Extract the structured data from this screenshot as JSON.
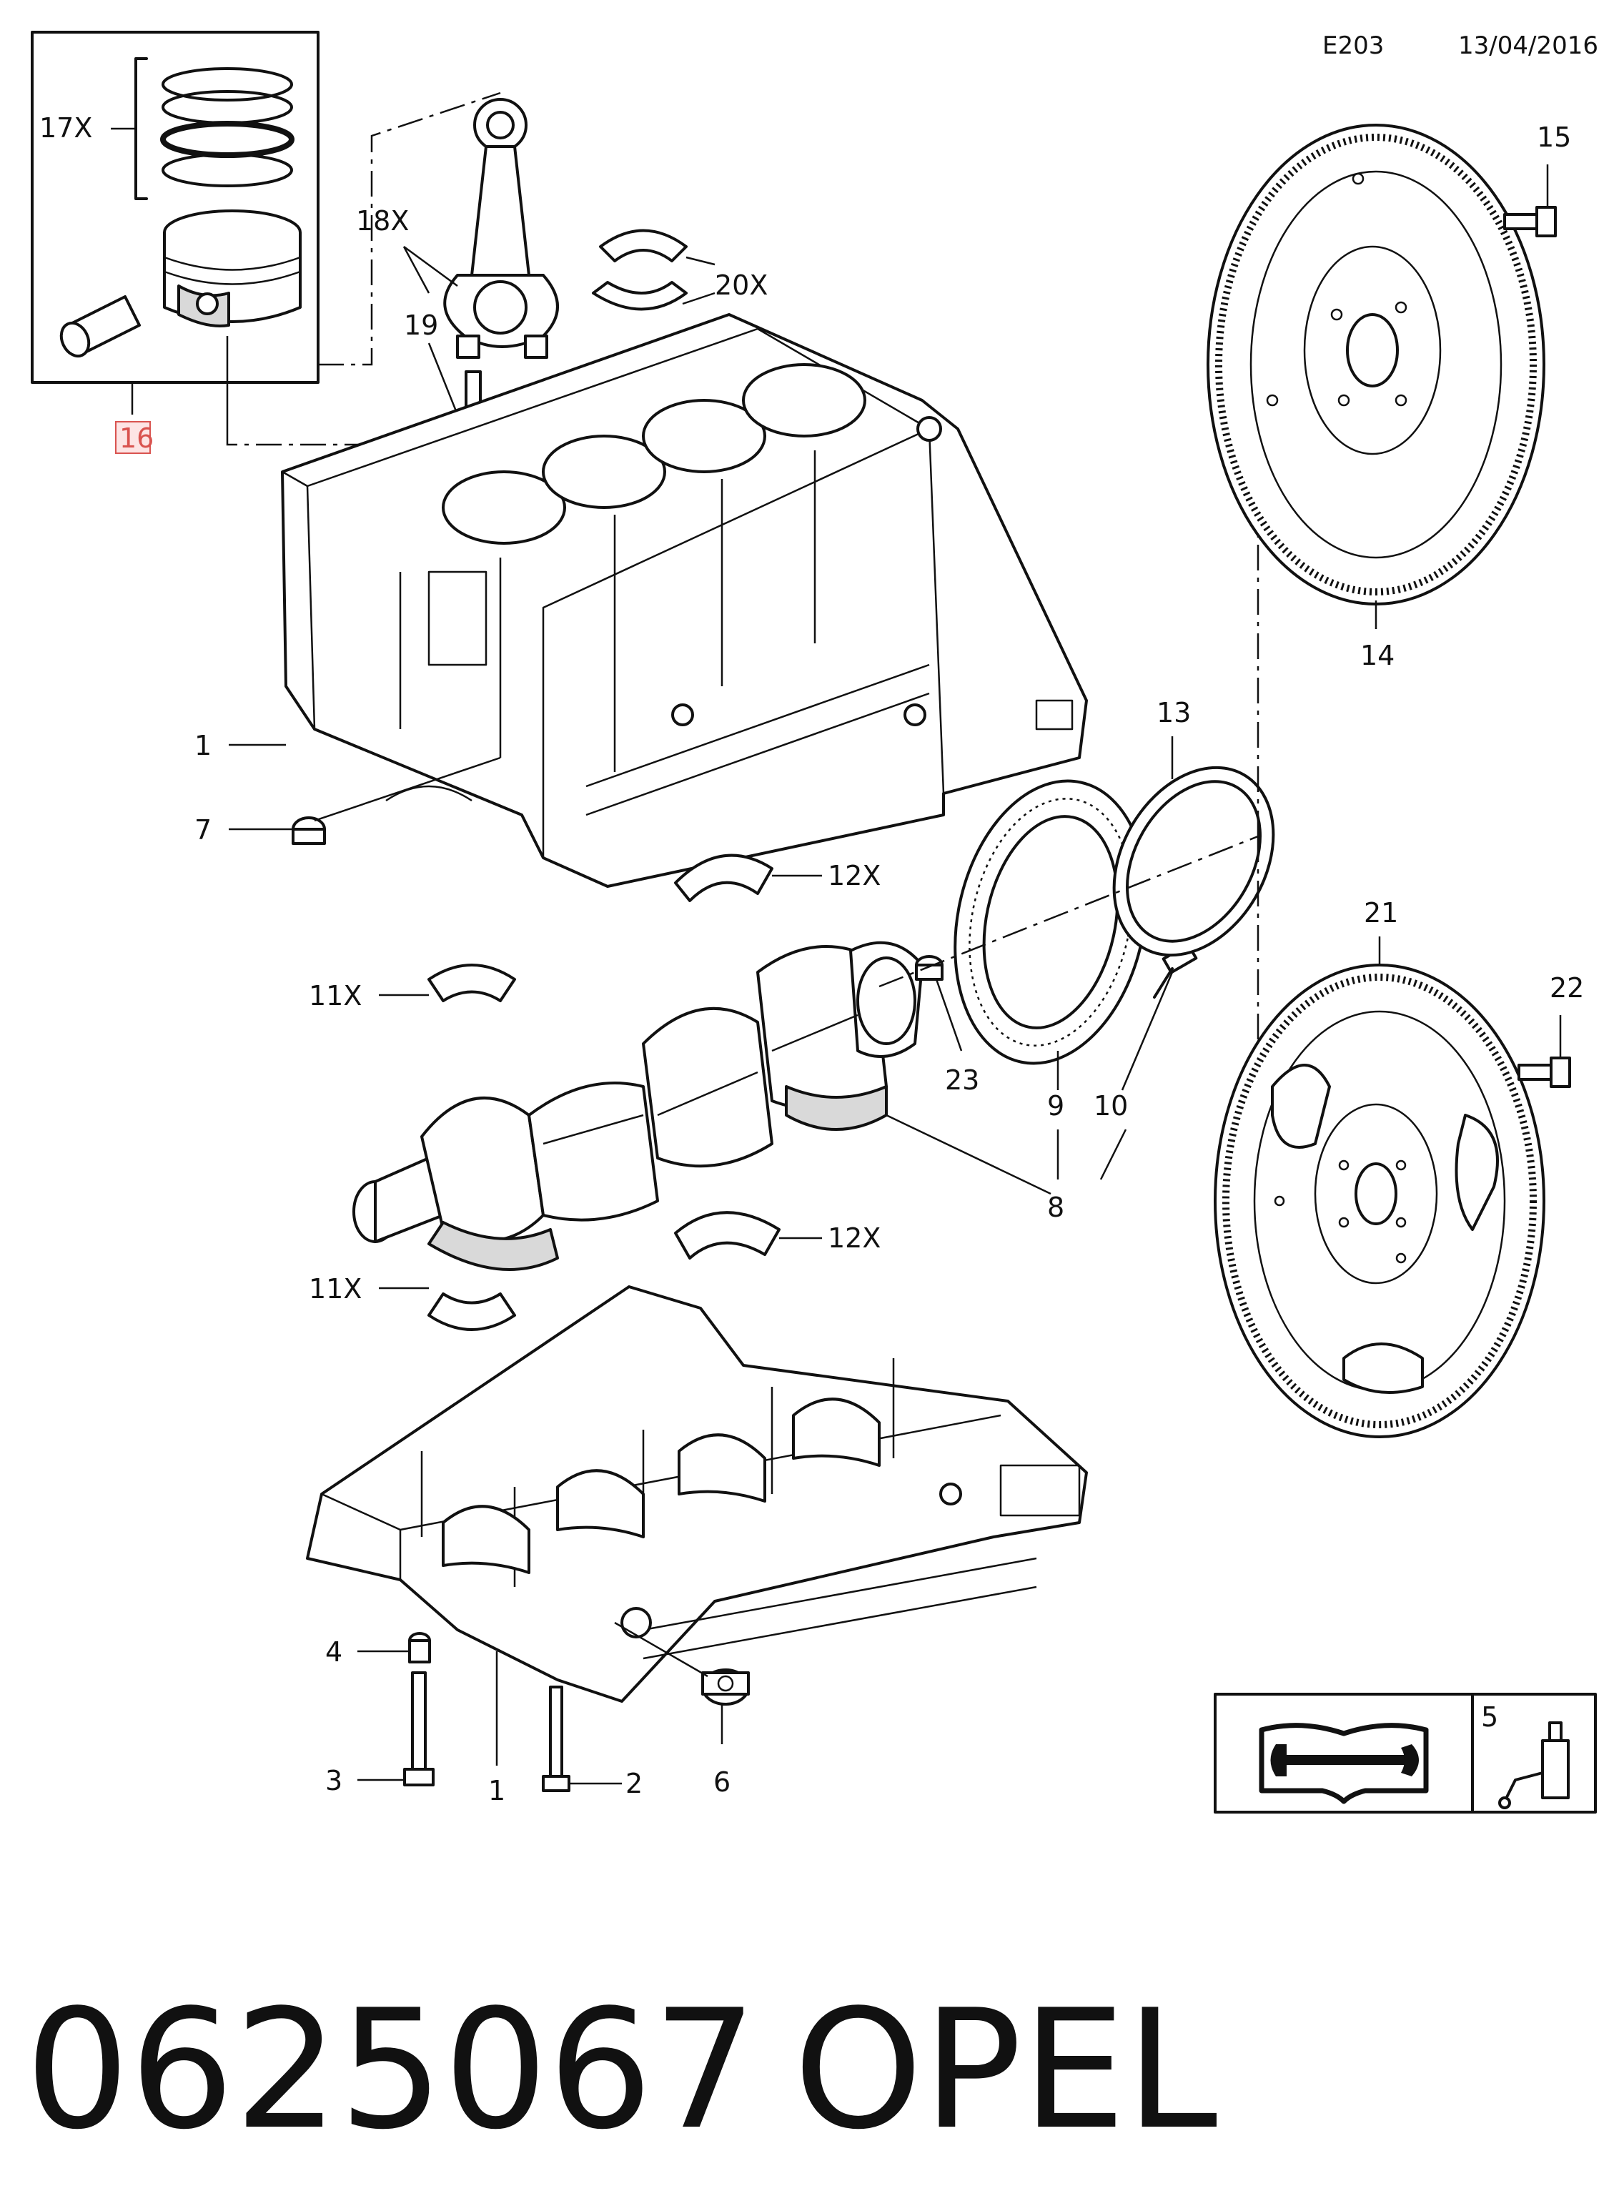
{
  "header": {
    "code": "E203",
    "date": "13/04/2016"
  },
  "footer": {
    "part_number": "0625067",
    "brand": "OPEL"
  },
  "callouts": {
    "c1a": "1",
    "c1b": "1",
    "c2": "2",
    "c3": "3",
    "c4": "4",
    "c5": "5",
    "c6": "6",
    "c7": "7",
    "c8": "8",
    "c9": "9",
    "c10": "10",
    "c11a": "11X",
    "c11b": "11X",
    "c12a": "12X",
    "c12b": "12X",
    "c13": "13",
    "c14": "14",
    "c15": "15",
    "c16": "16",
    "c17": "17X",
    "c18": "18X",
    "c19": "19",
    "c20": "20X",
    "c21": "21",
    "c22": "22",
    "c23": "23"
  },
  "icons": {
    "manual": "manual-wrench-icon",
    "sealant": "sealant-tube-icon"
  },
  "colors": {
    "line": "#111111",
    "highlight_label": "#d9534f"
  }
}
